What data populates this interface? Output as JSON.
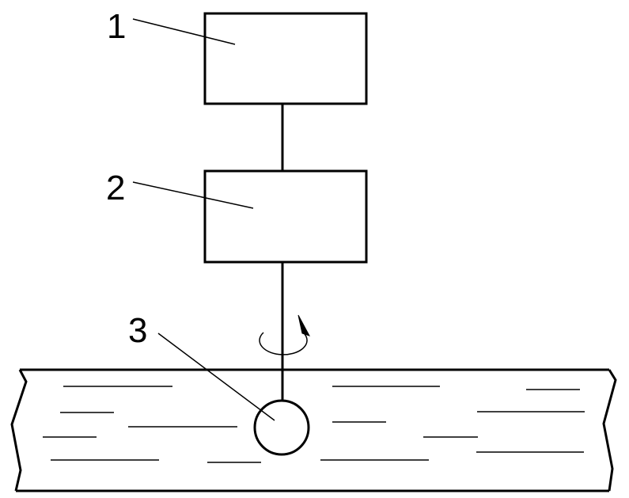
{
  "diagram": {
    "labels": {
      "block_1": "1",
      "block_2": "2",
      "sensor_3": "3"
    },
    "colors": {
      "stroke": "#000000",
      "background": "#ffffff"
    },
    "icons": {
      "rotation": "rotation-arrow-icon"
    }
  }
}
